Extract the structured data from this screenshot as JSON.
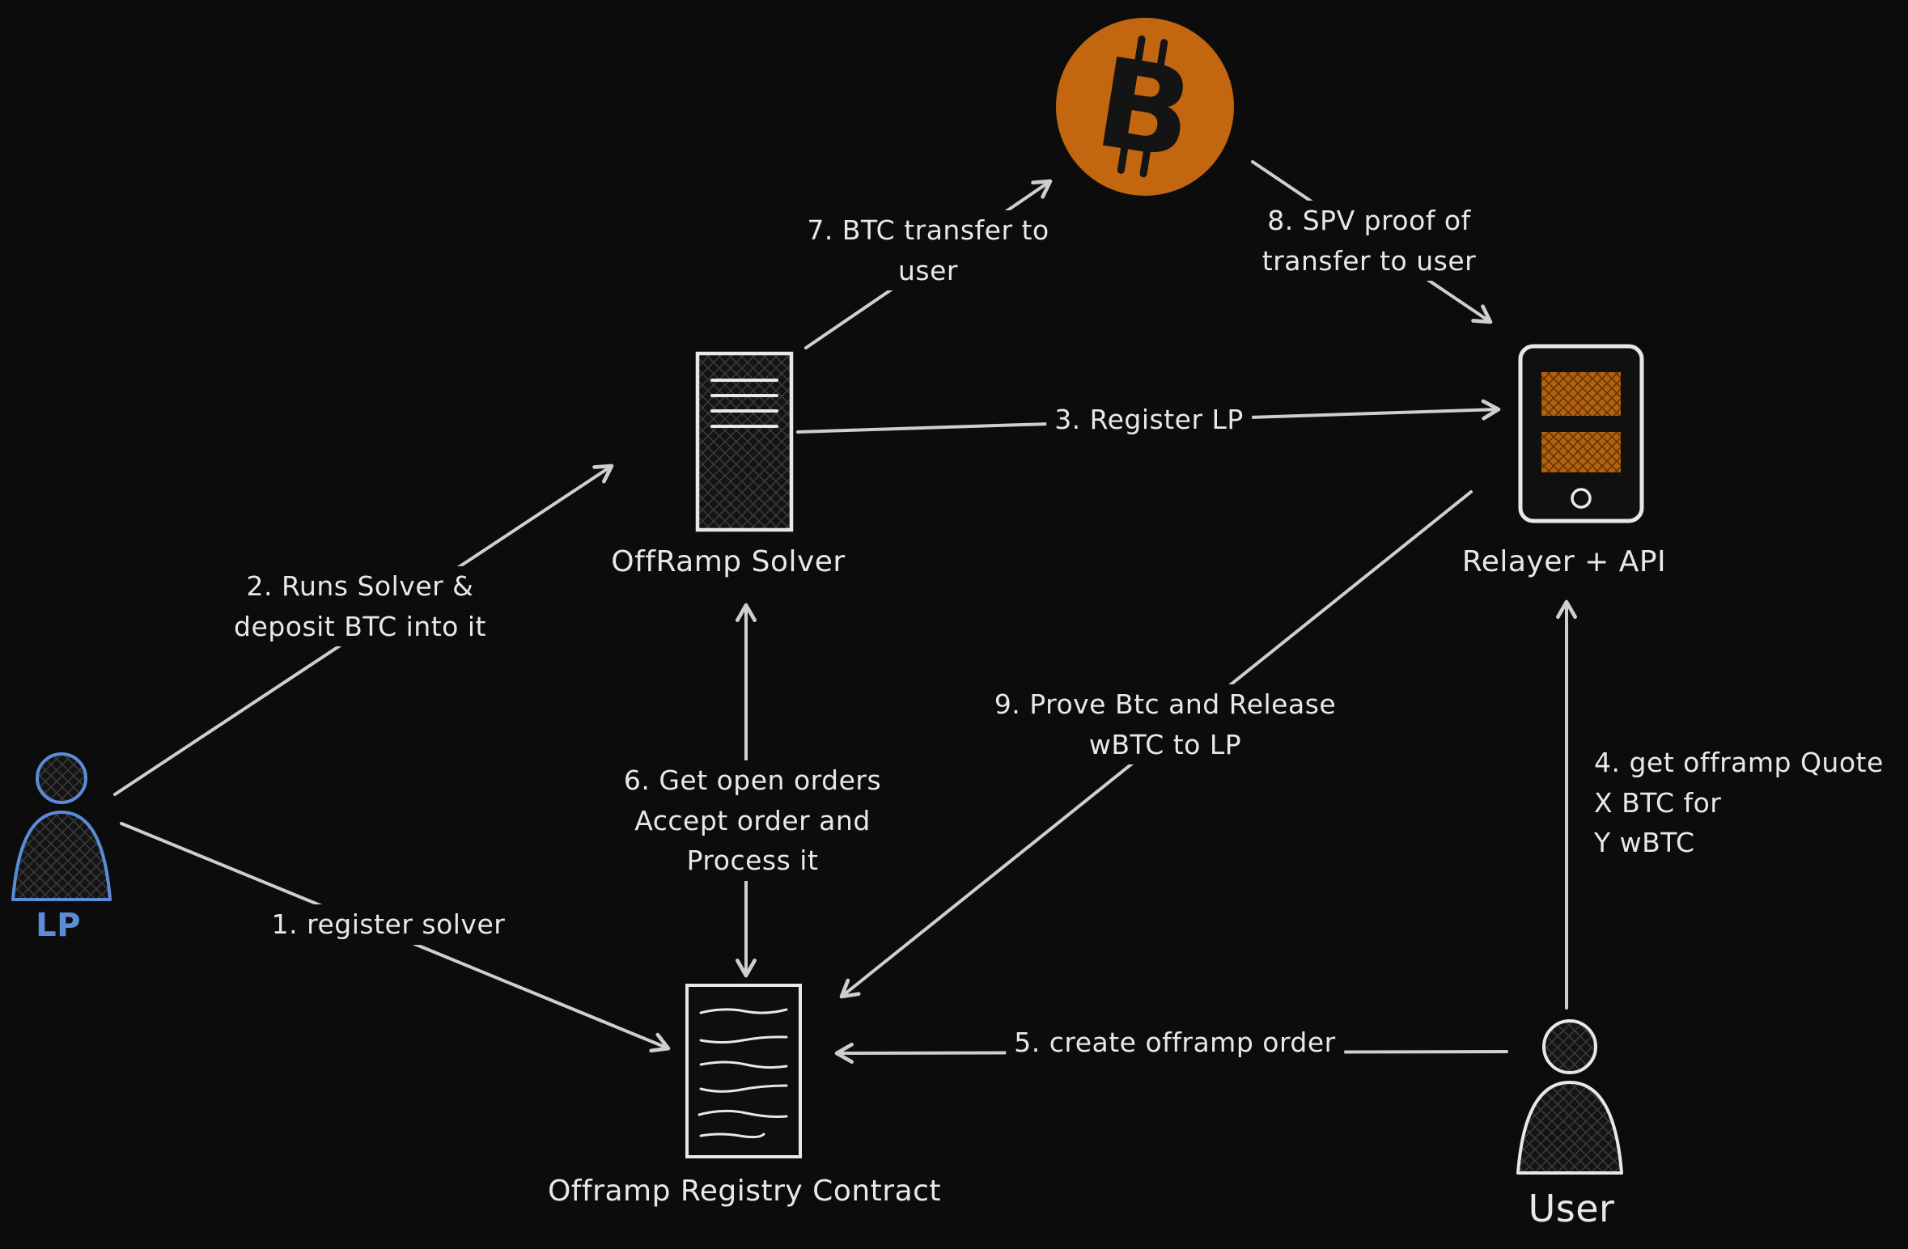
{
  "nodes": {
    "bitcoin": {
      "name": "Bitcoin",
      "glyph": "B",
      "color": "#c2660f"
    },
    "solver": {
      "label": "OffRamp Solver"
    },
    "relayer": {
      "label": "Relayer + API"
    },
    "lp": {
      "label": "LP",
      "color": "#5b8cd9"
    },
    "registry": {
      "label": "Offramp Registry Contract"
    },
    "user": {
      "label": "User"
    }
  },
  "edges": {
    "e1": {
      "label": "1. register solver",
      "from": "lp",
      "to": "registry"
    },
    "e2": {
      "label": "2. Runs Solver &\ndeposit BTC into it",
      "from": "lp",
      "to": "solver"
    },
    "e3": {
      "label": "3. Register LP",
      "from": "solver",
      "to": "relayer"
    },
    "e4": {
      "label": "4. get offramp Quote\nX BTC for\nY wBTC",
      "from": "user",
      "to": "relayer"
    },
    "e5": {
      "label": "5. create offramp order",
      "from": "user",
      "to": "registry"
    },
    "e6": {
      "label": "6. Get open orders\nAccept order and\nProcess it",
      "from": "registry",
      "to": "solver"
    },
    "e7": {
      "label": "7. BTC transfer to\nuser",
      "from": "solver",
      "to": "bitcoin"
    },
    "e8": {
      "label": "8. SPV proof of\ntransfer to user",
      "from": "bitcoin",
      "to": "relayer"
    },
    "e9": {
      "label": "9. Prove Btc and Release\nwBTC to LP",
      "from": "relayer",
      "to": "registry"
    }
  },
  "colors": {
    "background": "#0c0c0c",
    "stroke": "#cfcfcf",
    "text": "#e8e8e8",
    "accent_orange": "#c2660f",
    "accent_blue": "#5b8cd9"
  }
}
